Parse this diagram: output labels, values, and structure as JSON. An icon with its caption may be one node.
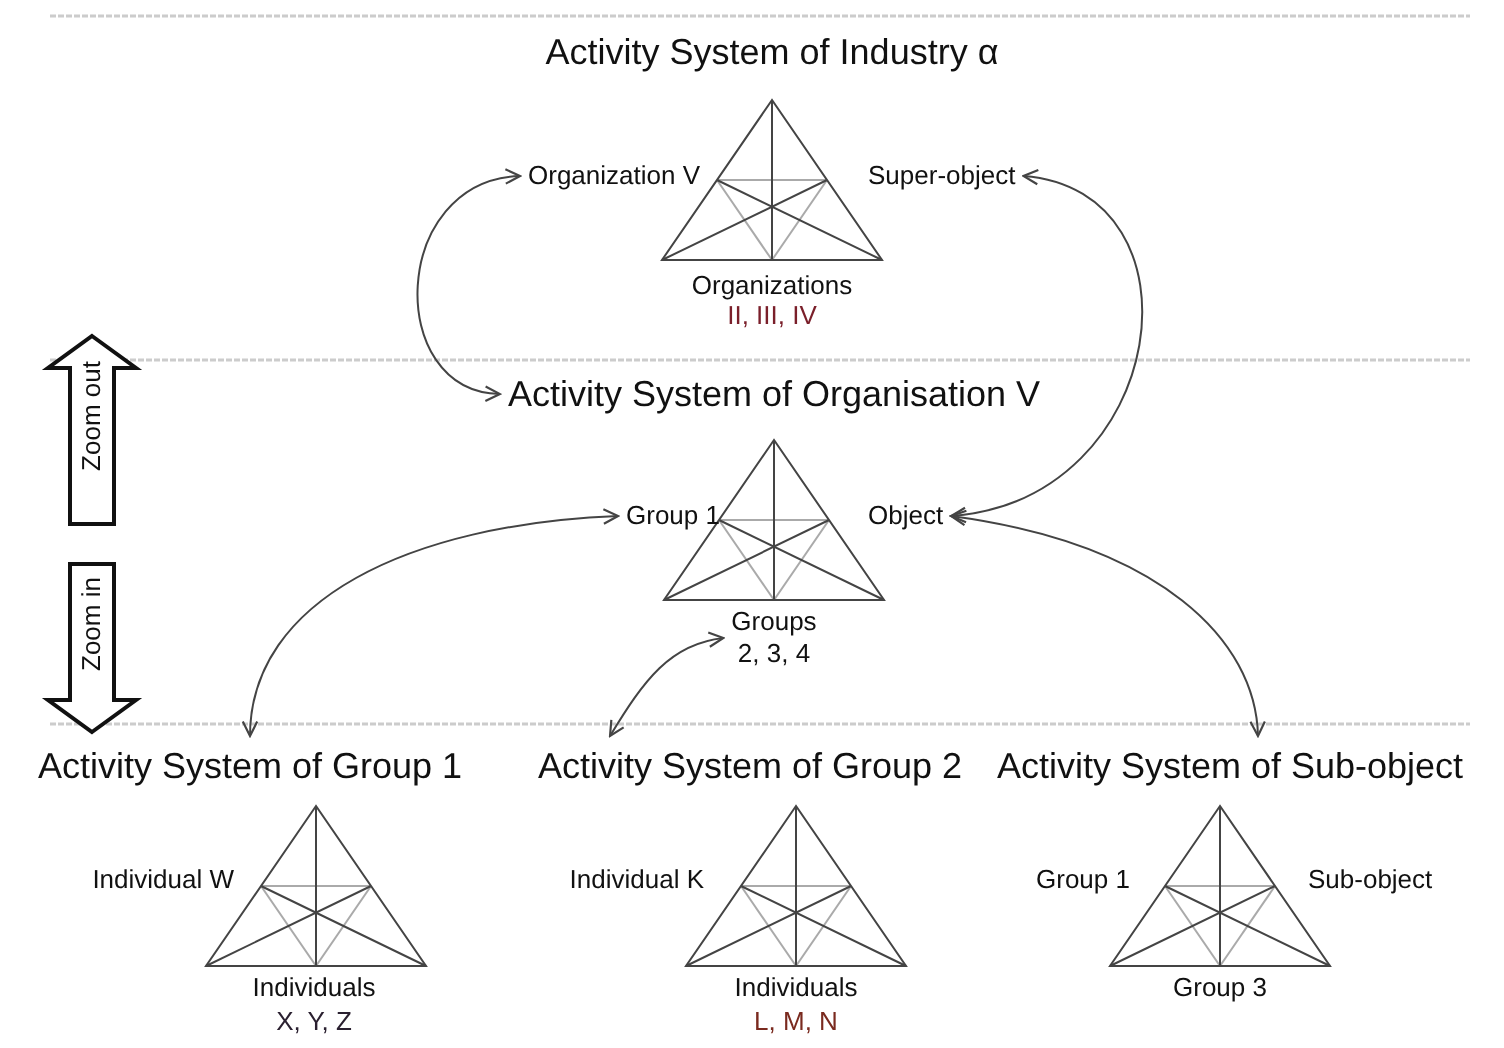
{
  "diagram": {
    "nodes": [
      {
        "text": [
          "Activity System of Industry α"
        ]
      },
      {
        "text": [
          "Organization V"
        ]
      },
      {
        "text": [
          "Super-object"
        ]
      },
      {
        "text": [
          "Activity System of Organisation V"
        ]
      },
      {
        "text": [
          "Group 1"
        ]
      },
      {
        "text": [
          "Object"
        ]
      },
      {
        "text": [
          "Groups",
          "2, 3, 4"
        ]
      },
      {
        "text": [
          "Activity System of Group 1"
        ]
      },
      {
        "text": [
          "Activity System of Group 2"
        ]
      },
      {
        "text": [
          "Activity System of Sub-object"
        ]
      }
    ],
    "edges": [
      {
        "from": 1,
        "to": 3,
        "arrow": "both"
      },
      {
        "from": 2,
        "to": 5,
        "arrow": "both"
      },
      {
        "from": 4,
        "to": 7,
        "arrow": "both"
      },
      {
        "from": 6,
        "to": 8,
        "arrow": "both"
      },
      {
        "from": 5,
        "to": 9,
        "arrow": "both"
      }
    ],
    "labels": [
      "Organizations",
      "II, III, IV",
      "Zoom out",
      "Zoom in",
      "Individual W",
      "Individuals",
      "X, Y, Z",
      "Individual K",
      "Individuals",
      "L, M, N",
      "Group 1",
      "Sub-object",
      "Group 3"
    ]
  }
}
